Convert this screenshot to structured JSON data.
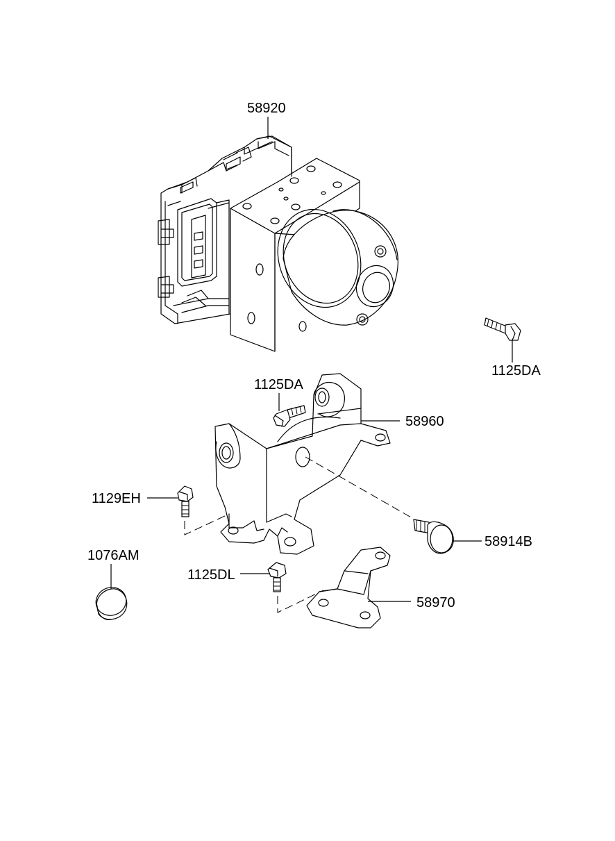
{
  "labels": {
    "hydraulic_unit": "58920",
    "bolt_right": "1125DA",
    "bolt_center": "1125DA",
    "bracket": "58960",
    "bolt_left": "1129EH",
    "bushing": "58914B",
    "cap": "1076AM",
    "bolt_lower": "1125DL",
    "lower_bracket": "58970"
  }
}
